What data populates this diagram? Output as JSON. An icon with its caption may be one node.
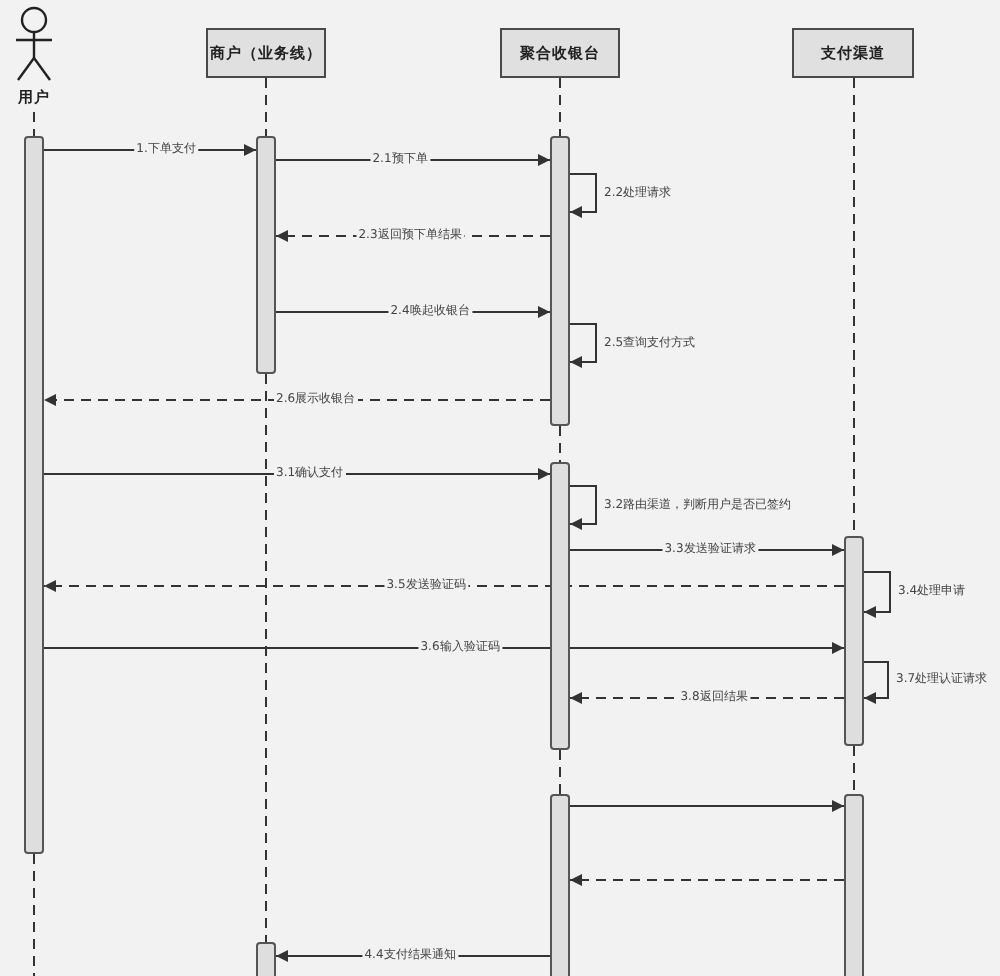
{
  "diagram": {
    "nodes": [
      {
        "text": [
          "用户"
        ]
      },
      {
        "text": [
          "商户（业务线）"
        ]
      },
      {
        "text": [
          "聚合收银台"
        ]
      },
      {
        "text": [
          "支付渠道"
        ]
      },
      {
        "text": [],
        "shape": "bar"
      },
      {
        "text": [],
        "shape": "bar"
      },
      {
        "text": [],
        "shape": "bar"
      },
      {
        "text": [],
        "shape": "bar"
      },
      {
        "text": [],
        "shape": "bar"
      },
      {
        "text": [],
        "shape": "bar"
      },
      {
        "text": [],
        "shape": "bar"
      },
      {
        "text": [],
        "shape": "bar"
      }
    ],
    "edges": [
      {
        "from": 0,
        "to": 4,
        "arrow": "none",
        "style": "dashed"
      },
      {
        "from": 4,
        "to": null,
        "arrow": "none",
        "style": "dashed"
      },
      {
        "from": 1,
        "to": 5,
        "arrow": "none",
        "style": "dashed"
      },
      {
        "from": 5,
        "to": 6,
        "arrow": "none",
        "style": "dashed"
      },
      {
        "from": 2,
        "to": 7,
        "arrow": "none",
        "style": "dashed"
      },
      {
        "from": 7,
        "to": 8,
        "arrow": "none",
        "style": "dashed"
      },
      {
        "from": 8,
        "to": 9,
        "arrow": "none",
        "style": "dashed"
      },
      {
        "from": 3,
        "to": 10,
        "arrow": "none",
        "style": "dashed"
      },
      {
        "from": 10,
        "to": 11,
        "arrow": "none",
        "style": "dashed"
      },
      {
        "from": 4,
        "to": 5,
        "arrow": "to",
        "label": "1.下单支付"
      },
      {
        "from": 5,
        "to": 7,
        "arrow": "to",
        "label": "2.1预下单"
      },
      {
        "from": 7,
        "to": 7,
        "arrow": "to",
        "label": "2.2处理请求"
      },
      {
        "from": 7,
        "to": 5,
        "arrow": "to",
        "label": "2.3返回预下单结果",
        "style": "dashed"
      },
      {
        "from": 5,
        "to": 7,
        "arrow": "to",
        "label": "2.4唤起收银台"
      },
      {
        "from": 7,
        "to": 7,
        "arrow": "to",
        "label": "2.5查询支付方式"
      },
      {
        "from": 7,
        "to": 4,
        "arrow": "to",
        "label": "2.6展示收银台",
        "style": "dashed"
      },
      {
        "from": 4,
        "to": 8,
        "arrow": "to",
        "label": "3.1确认支付"
      },
      {
        "from": 8,
        "to": 8,
        "arrow": "to",
        "label": "3.2路由渠道，判断用户是否已签约"
      },
      {
        "from": 8,
        "to": 10,
        "arrow": "to",
        "label": "3.3发送验证请求"
      },
      {
        "from": 10,
        "to": 10,
        "arrow": "to",
        "label": "3.4处理申请"
      },
      {
        "from": 10,
        "to": 4,
        "arrow": "to",
        "label": "3.5发送验证码",
        "style": "dashed"
      },
      {
        "from": 4,
        "to": 10,
        "arrow": "to",
        "label": "3.6输入验证码"
      },
      {
        "from": 10,
        "to": 10,
        "arrow": "to",
        "label": "3.7处理认证请求"
      },
      {
        "from": 10,
        "to": 8,
        "arrow": "to",
        "label": "3.8返回结果",
        "style": "dashed"
      },
      {
        "from": 9,
        "to": 11,
        "arrow": "to"
      },
      {
        "from": 11,
        "to": 9,
        "arrow": "to",
        "style": "dashed"
      },
      {
        "from": 9,
        "to": 6,
        "arrow": "to",
        "label": "4.4支付结果通知"
      }
    ]
  }
}
